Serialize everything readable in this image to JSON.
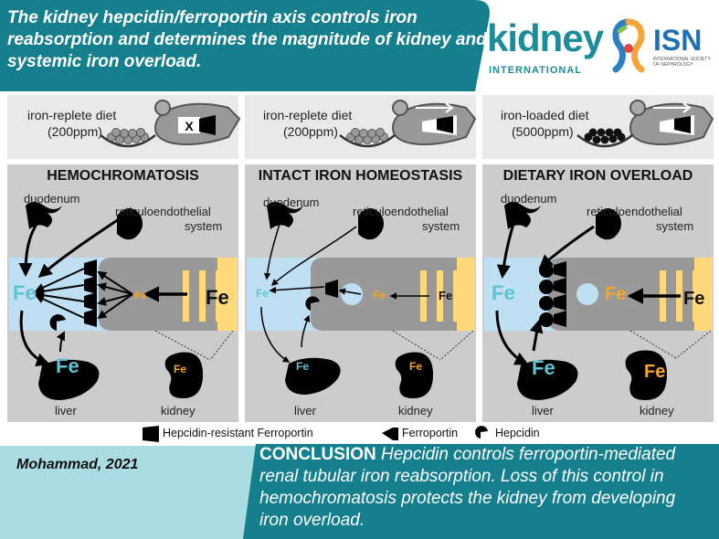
{
  "title": "The kidney hepcidin/ferroportin axis controls iron reabsorption and determines the magnitude of kidney and systemic iron overload.",
  "logos": {
    "kidney": "kidney",
    "international": "INTERNATIONAL",
    "isn": "ISN",
    "isn_sub": "INTERNATIONAL SOCIETY OF NEPHROLOGY"
  },
  "diets": [
    {
      "line1": "iron-replete diet",
      "line2": "(200ppm)"
    },
    {
      "line1": "iron-replete diet",
      "line2": "(200ppm)"
    },
    {
      "line1": "iron-loaded diet",
      "line2": "(5000ppm)"
    }
  ],
  "panels": [
    {
      "title": "HEMOCHROMATOSIS",
      "duodenum": "duodenum",
      "res1": "reticuloendothelial",
      "res2": "system",
      "liver": "liver",
      "kidney": "kidney",
      "fe": "Fe"
    },
    {
      "title": "INTACT IRON HOMEOSTASIS",
      "duodenum": "duodenum",
      "res1": "reticuloendothelial",
      "res2": "system",
      "liver": "liver",
      "kidney": "kidney",
      "fe": "Fe"
    },
    {
      "title": "DIETARY IRON OVERLOAD",
      "duodenum": "duodenum",
      "res1": "reticuloendothelial",
      "res2": "system",
      "liver": "liver",
      "kidney": "kidney",
      "fe": "Fe"
    }
  ],
  "ko_mark": "X",
  "legend": {
    "resistant": "Hepcidin-resistant Ferroportin",
    "ferroportin": "Ferroportin",
    "hepcidin": "Hepcidin"
  },
  "author": "Mohammad, 2021",
  "conclusion": {
    "label": "CONCLUSION",
    "text": " Hepcidin controls ferroportin-mediated renal tubular iron reabsorption. Loss of this control in hemochromatosis protects the kidney from developing iron overload."
  },
  "colors": {
    "teal_dark": "#167f8e",
    "teal_light": "#a9dde2",
    "fe_blue": "#5fc3cf",
    "fe_orange": "#f6a623",
    "yellow": "#ffd97a",
    "lightblue": "#bfdff2"
  }
}
